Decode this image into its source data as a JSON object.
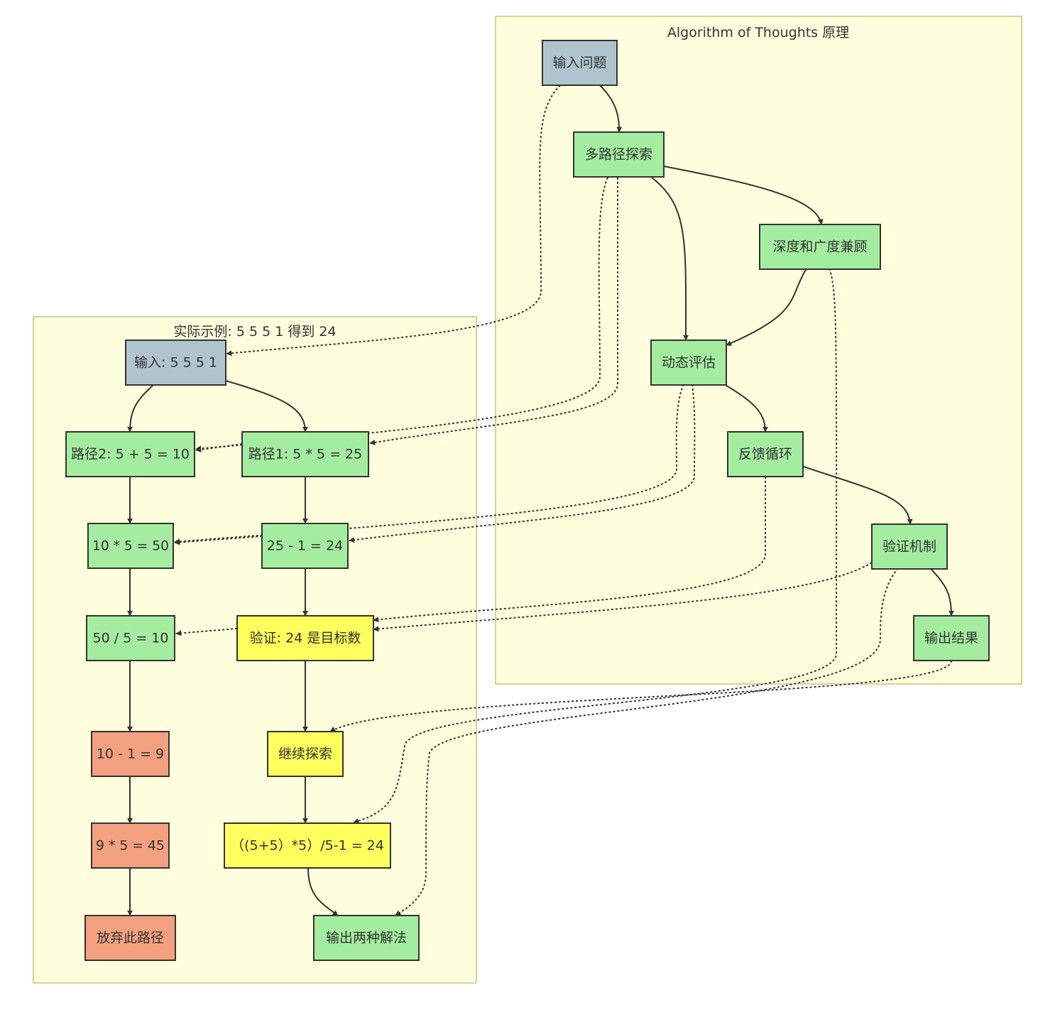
{
  "colors": {
    "gray": "#b0c4cd",
    "green": "#a4eda0",
    "yellow": "#ffff5e",
    "orange": "#f2a07f"
  },
  "clusters": {
    "principle": {
      "title": "Algorithm of Thoughts 原理"
    },
    "example": {
      "title": "实际示例: 5 5 5 1 得到 24"
    }
  },
  "nodes": {
    "input_question": {
      "label": "输入问题",
      "color": "gray"
    },
    "multi_path": {
      "label": "多路径探索",
      "color": "green"
    },
    "depth_breadth": {
      "label": "深度和广度兼顾",
      "color": "green"
    },
    "dynamic_eval": {
      "label": "动态评估",
      "color": "green"
    },
    "feedback_loop": {
      "label": "反馈循环",
      "color": "green"
    },
    "verify_mech": {
      "label": "验证机制",
      "color": "green"
    },
    "output_result": {
      "label": "输出结果",
      "color": "green"
    },
    "input_5551": {
      "label": "输入: 5 5 5 1",
      "color": "gray"
    },
    "path2": {
      "label": "路径2: 5 + 5 = 10",
      "color": "green"
    },
    "path1": {
      "label": "路径1: 5 * 5 = 25",
      "color": "green"
    },
    "step_10x5": {
      "label": "10 * 5 = 50",
      "color": "green"
    },
    "step_25m1": {
      "label": "25 - 1 = 24",
      "color": "green"
    },
    "step_50d5": {
      "label": "50 / 5 = 10",
      "color": "green"
    },
    "verify_24": {
      "label": "验证: 24 是目标数",
      "color": "yellow"
    },
    "step_10m1": {
      "label": "10 - 1 = 9",
      "color": "orange"
    },
    "continue_explore": {
      "label": "继续探索",
      "color": "yellow"
    },
    "step_9x5": {
      "label": "9 * 5 = 45",
      "color": "orange"
    },
    "formula": {
      "label": "（(5+5）*5）/5-1 = 24",
      "color": "yellow"
    },
    "abandon": {
      "label": "放弃此路径",
      "color": "orange"
    },
    "output_two": {
      "label": "输出两种解法",
      "color": "green"
    }
  },
  "edges": [
    {
      "from": "input_question",
      "to": "multi_path",
      "style": "solid"
    },
    {
      "from": "multi_path",
      "to": "depth_breadth",
      "style": "solid"
    },
    {
      "from": "multi_path",
      "to": "dynamic_eval",
      "style": "solid"
    },
    {
      "from": "depth_breadth",
      "to": "dynamic_eval",
      "style": "solid"
    },
    {
      "from": "dynamic_eval",
      "to": "feedback_loop",
      "style": "solid"
    },
    {
      "from": "feedback_loop",
      "to": "verify_mech",
      "style": "solid"
    },
    {
      "from": "verify_mech",
      "to": "output_result",
      "style": "solid"
    },
    {
      "from": "input_5551",
      "to": "path2",
      "style": "solid"
    },
    {
      "from": "input_5551",
      "to": "path1",
      "style": "solid"
    },
    {
      "from": "path2",
      "to": "step_10x5",
      "style": "solid"
    },
    {
      "from": "path1",
      "to": "step_25m1",
      "style": "solid"
    },
    {
      "from": "step_10x5",
      "to": "step_50d5",
      "style": "solid"
    },
    {
      "from": "step_25m1",
      "to": "verify_24",
      "style": "solid"
    },
    {
      "from": "step_50d5",
      "to": "step_10m1",
      "style": "solid"
    },
    {
      "from": "verify_24",
      "to": "continue_explore",
      "style": "solid"
    },
    {
      "from": "step_10m1",
      "to": "step_9x5",
      "style": "solid"
    },
    {
      "from": "continue_explore",
      "to": "formula",
      "style": "solid"
    },
    {
      "from": "step_9x5",
      "to": "abandon",
      "style": "solid"
    },
    {
      "from": "formula",
      "to": "output_two",
      "style": "solid"
    },
    {
      "from": "input_question",
      "to": "input_5551",
      "style": "dotted"
    },
    {
      "from": "multi_path",
      "to": "path1",
      "style": "dotted"
    },
    {
      "from": "multi_path",
      "to": "path2",
      "style": "dotted"
    },
    {
      "from": "dynamic_eval",
      "to": "step_25m1",
      "style": "dotted"
    },
    {
      "from": "dynamic_eval",
      "to": "step_10x5",
      "style": "dotted"
    },
    {
      "from": "feedback_loop",
      "to": "verify_24",
      "style": "dotted"
    },
    {
      "from": "verify_24",
      "to": "step_50d5",
      "style": "dotted"
    },
    {
      "from": "verify_mech",
      "to": "verify_24",
      "style": "dotted"
    },
    {
      "from": "depth_breadth",
      "to": "formula",
      "style": "dotted"
    },
    {
      "from": "verify_mech",
      "to": "output_two",
      "style": "dotted"
    },
    {
      "from": "output_result",
      "to": "continue_explore",
      "style": "dotted"
    },
    {
      "from": "path1",
      "to": "path2",
      "style": "dotted"
    },
    {
      "from": "step_25m1",
      "to": "step_10x5",
      "style": "dotted"
    }
  ]
}
